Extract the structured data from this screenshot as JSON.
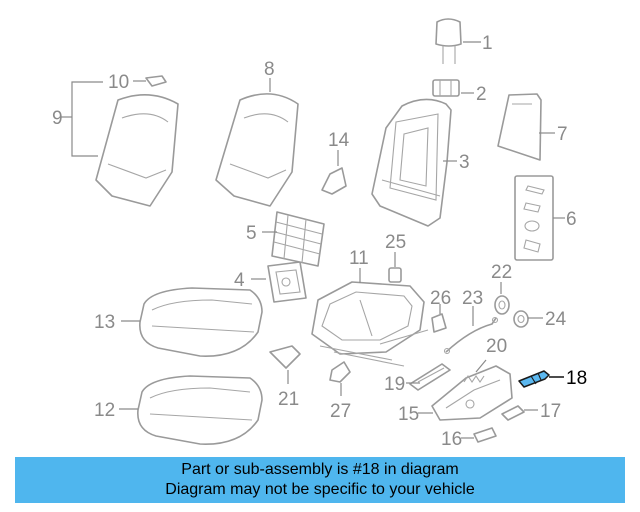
{
  "callouts": {
    "c1": "1",
    "c2": "2",
    "c3": "3",
    "c4": "4",
    "c5": "5",
    "c6": "6",
    "c7": "7",
    "c8": "8",
    "c9": "9",
    "c10": "10",
    "c11": "11",
    "c12": "12",
    "c13": "13",
    "c14": "14",
    "c15": "15",
    "c16": "16",
    "c17": "17",
    "c18": "18",
    "c19": "19",
    "c20": "20",
    "c21": "21",
    "c22": "22",
    "c23": "23",
    "c24": "24",
    "c25": "25",
    "c26": "26",
    "c27": "27"
  },
  "highlighted_part": "18",
  "colors": {
    "banner": "#4fb6ee",
    "highlight_part": "#5bb8f0",
    "lines": "#9a9a9a"
  },
  "banner": {
    "line1": "Part or sub-assembly is #18 in diagram",
    "line2": "Diagram may not be specific to your vehicle"
  }
}
